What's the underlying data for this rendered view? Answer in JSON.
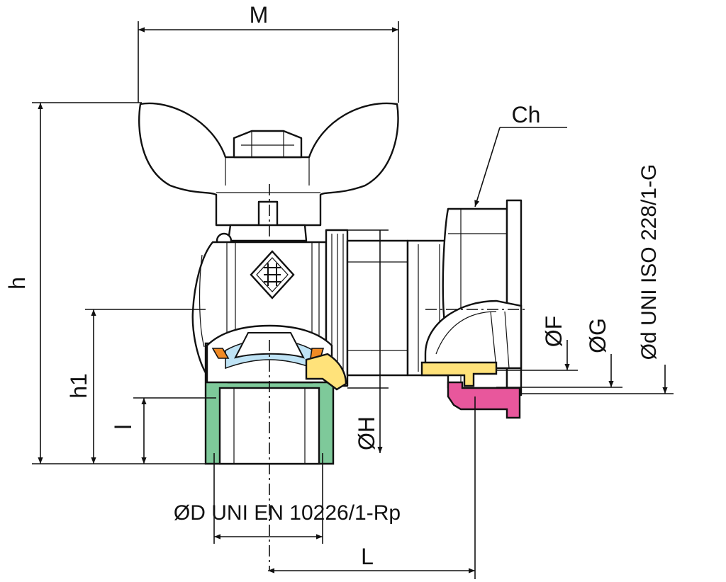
{
  "dimensions": {
    "M": "M",
    "h": "h",
    "h1": "h1",
    "l": "l",
    "L": "L",
    "Ch": "Ch",
    "OH": "ØH",
    "OF": "ØF",
    "OG": "ØG",
    "Od": "Ød UNI ISO 228/1-G",
    "OD": "ØD UNI EN 10226/1-Rp"
  },
  "colors": {
    "green": "#7ec99a",
    "yellow": "#ffe27a",
    "pink": "#e8579c",
    "orange": "#f08a24",
    "blue": "#bfe3f5"
  },
  "icons": {
    "logo": "diamond-logo-icon"
  }
}
